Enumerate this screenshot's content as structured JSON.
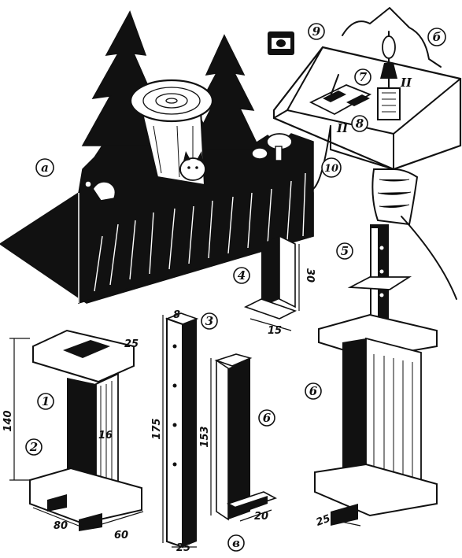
{
  "figure_labels": {
    "a": "а",
    "b": "б",
    "v": "в"
  },
  "parts": {
    "p1": "1",
    "p2": "2",
    "p3": "3",
    "p4": "4",
    "p5": "5",
    "p6a": "6",
    "p6b": "6",
    "p7": "7",
    "p8": "8",
    "p9": "9",
    "p10": "10",
    "p11a": "II",
    "p11b": "II"
  },
  "dimensions": {
    "d140": "140",
    "d25_top": "25",
    "d16": "16",
    "d80": "80",
    "d60": "60",
    "d8": "8",
    "d175": "175",
    "d25_strip": "25",
    "d153": "153",
    "d20": "20",
    "d30": "30",
    "d15": "15",
    "d25_base": "25"
  }
}
